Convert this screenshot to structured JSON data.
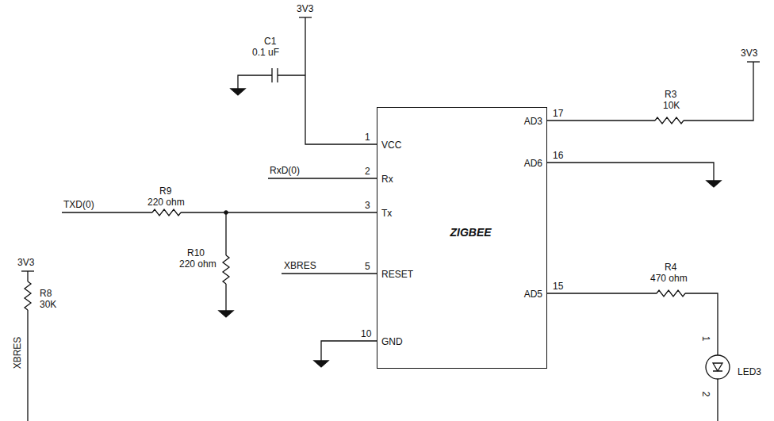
{
  "diagram": {
    "nodes": [
      {
        "text": [
          "ZIGBEE",
          "VCC",
          "Rx",
          "Tx",
          "RESET",
          "GND",
          "AD3",
          "AD6",
          "AD5"
        ]
      }
    ],
    "labels": [
      "3V3",
      "C1",
      "0.1 uF",
      "3V3",
      "R3",
      "10K",
      "1",
      "17",
      "RxD(0)",
      "2",
      "16",
      "R9",
      "220 ohm",
      "TXD(0)",
      "3",
      "R10",
      "220 ohm",
      "XBRES",
      "5",
      "3V3",
      "R8",
      "30K",
      "R4",
      "470 ohm",
      "15",
      "1",
      "LED3",
      "10",
      "XBRES",
      "2"
    ]
  }
}
